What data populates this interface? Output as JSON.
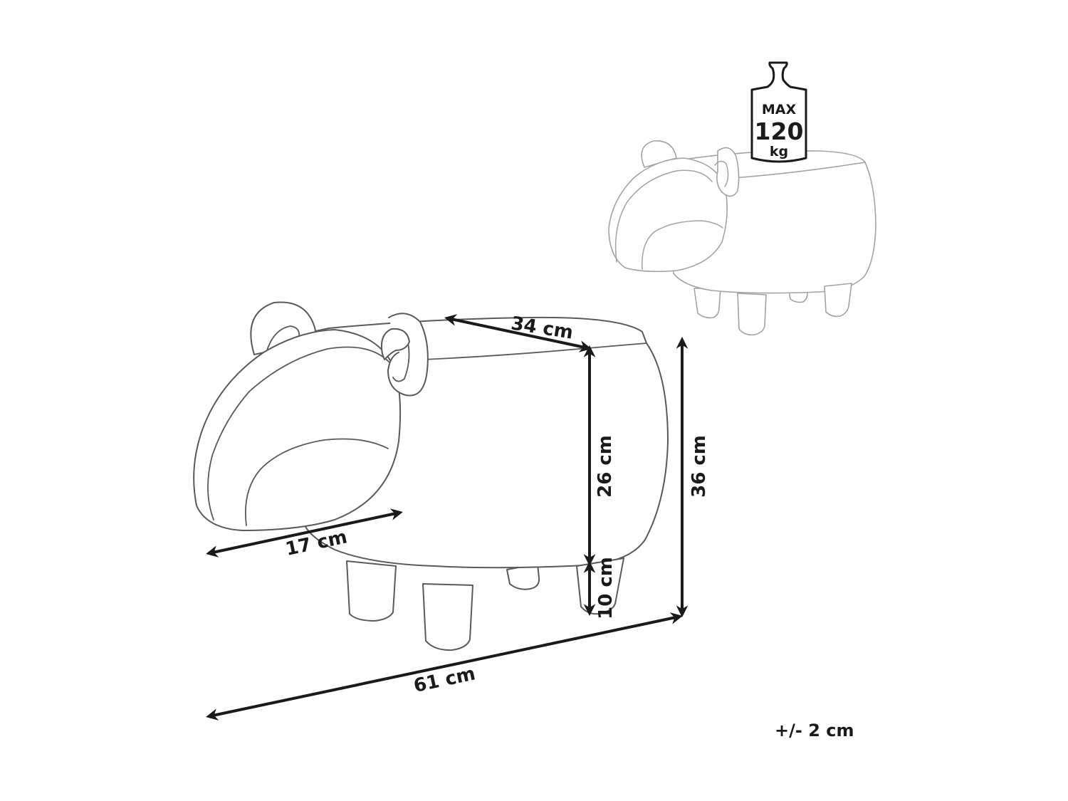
{
  "dimensions": {
    "depth_top": "34 cm",
    "head_width": "17 cm",
    "body_height": "26 cm",
    "leg_height": "10 cm",
    "total_height": "36 cm",
    "total_length": "61 cm"
  },
  "weight_badge": {
    "line1": "MAX",
    "line2": "120",
    "line3": "kg"
  },
  "tolerance": "+/- 2 cm",
  "colors": {
    "outline": "#5a5a5a",
    "ghost_outline": "#a3a3a3",
    "dimension_lines": "#1a1a1a"
  }
}
